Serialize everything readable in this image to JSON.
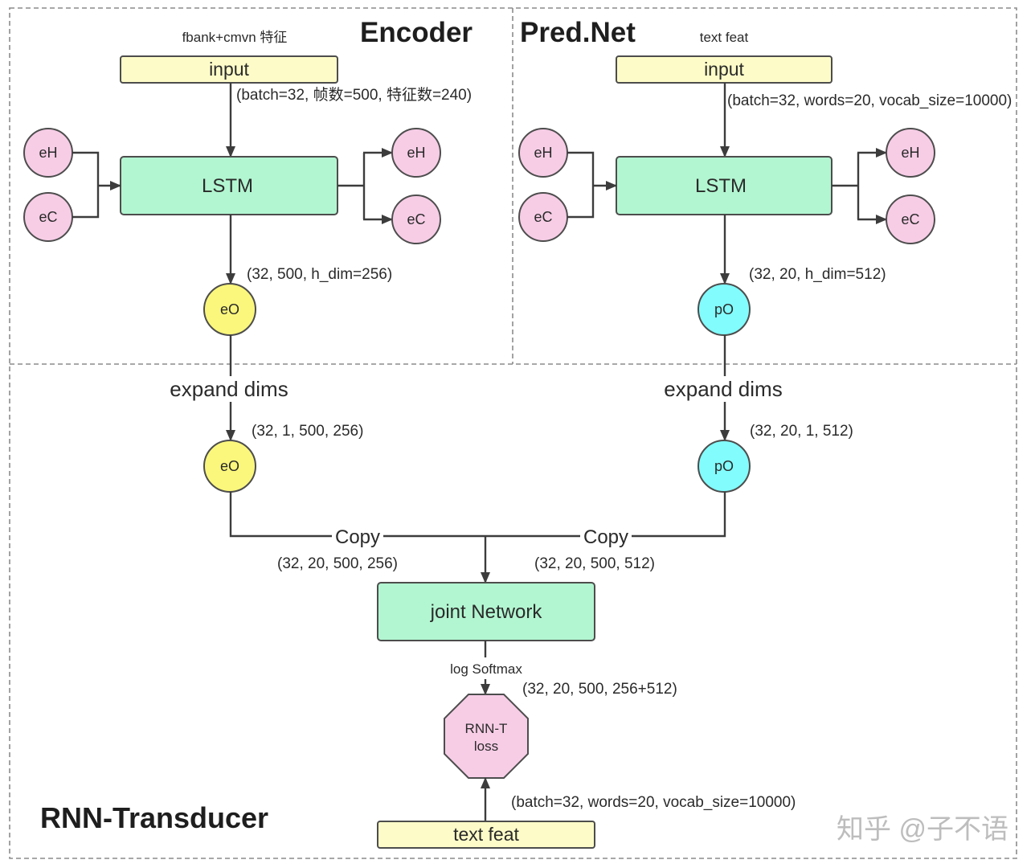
{
  "diagram": {
    "encoder_title": "Encoder",
    "prednet_title": "Pred.Net",
    "transducer_title": "RNN-Transducer",
    "watermark": "知乎 @子不语"
  },
  "encoder": {
    "input_caption": "fbank+cmvn 特征",
    "input_label": "input",
    "input_shape": "(batch=32, 帧数=500, 特征数=240)",
    "lstm_label": "LSTM",
    "hidden_in": "eH",
    "cell_in": "eC",
    "hidden_out": "eH",
    "cell_out": "eC",
    "output_shape": "(32, 500, h_dim=256)",
    "output_label": "eO",
    "expand_label": "expand dims",
    "expanded_shape": "(32, 1, 500, 256)",
    "expanded_label": "eO",
    "copy_label": "Copy",
    "copied_shape": "(32, 20, 500, 256)"
  },
  "prednet": {
    "input_caption": "text feat",
    "input_label": "input",
    "input_shape": "(batch=32, words=20, vocab_size=10000)",
    "lstm_label": "LSTM",
    "hidden_in": "eH",
    "cell_in": "eC",
    "hidden_out": "eH",
    "cell_out": "eC",
    "output_shape": "(32, 20, h_dim=512)",
    "output_label": "pO",
    "expand_label": "expand dims",
    "expanded_shape": "(32, 20, 1, 512)",
    "expanded_label": "pO",
    "copy_label": "Copy",
    "copied_shape": "(32, 20, 500, 512)"
  },
  "joint": {
    "label": "joint Network",
    "activation_label": "log Softmax",
    "output_shape": "(32, 20, 500, 256+512)",
    "loss_label_line1": "RNN-T",
    "loss_label_line2": "loss",
    "target_shape": "(batch=32, words=20, vocab_size=10000)",
    "target_label": "text feat"
  },
  "colors": {
    "input_fill": "#fdfcc8",
    "lstm_fill": "#b2f6d1",
    "state_fill": "#f7cde6",
    "encoder_output_fill": "#fbf77c",
    "prednet_output_fill": "#82fcfd",
    "loss_fill": "#f7cde6"
  }
}
